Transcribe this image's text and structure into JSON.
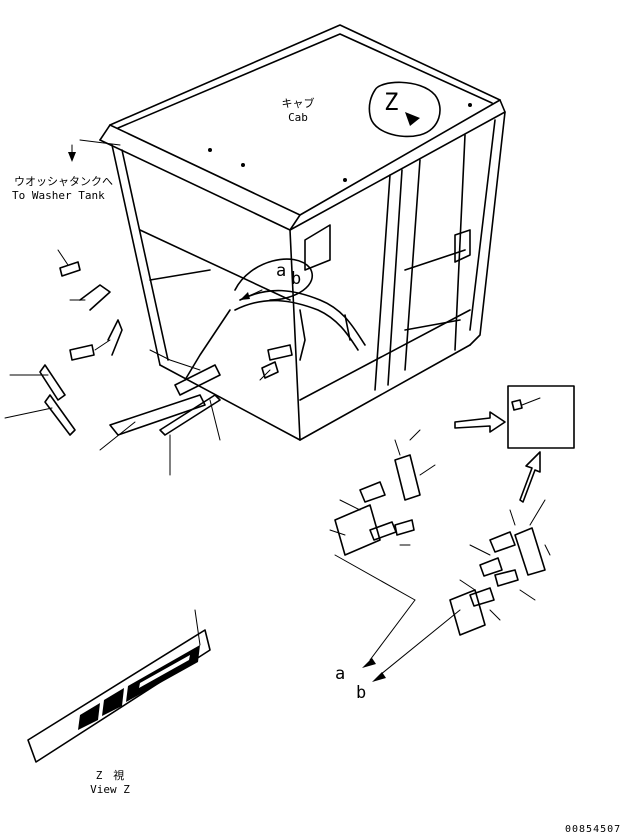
{
  "labels": {
    "cab_jp": "キャブ",
    "cab_en": "Cab",
    "washer_jp": "ウオッシャタンクへ",
    "washer_en": "To Washer Tank",
    "mark_a_upper": "a",
    "mark_b_upper": "b",
    "mark_a_lower": "a",
    "mark_b_lower": "b",
    "view_mark": "Z",
    "view_jp": "Z　視",
    "view_en": "View Z",
    "part_number": "00854507"
  }
}
